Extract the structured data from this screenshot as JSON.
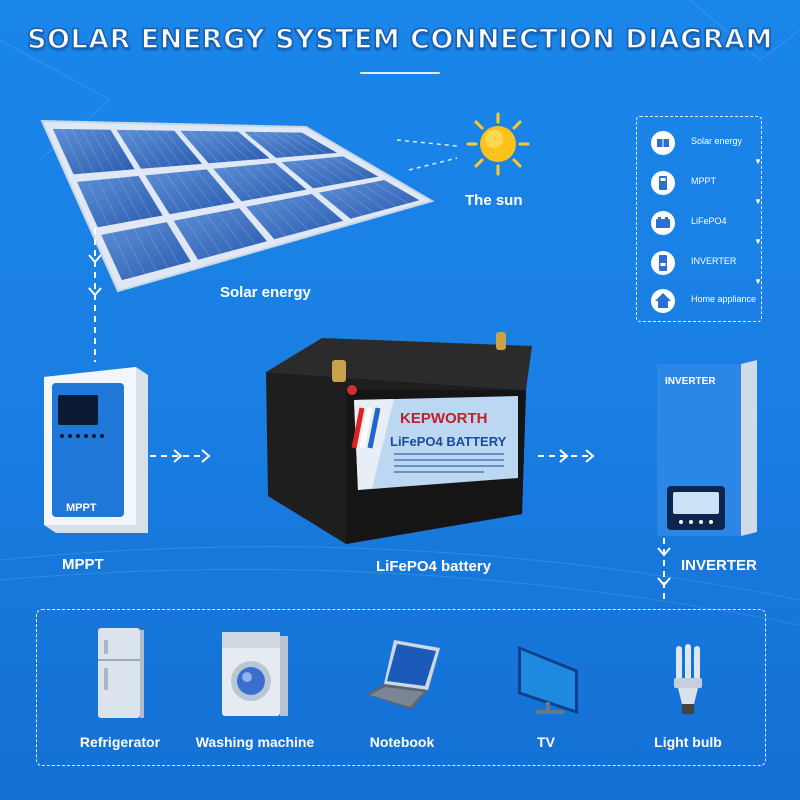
{
  "title": "SOLAR ENERGY SYSTEM CONNECTION DIAGRAM",
  "labels": {
    "sun": "The sun",
    "solar": "Solar energy",
    "mppt": "MPPT",
    "battery": "LiFePO4 battery",
    "inverter": "INVERTER"
  },
  "devices": {
    "mppt_panel_text": "MPPT",
    "inverter_panel_text": "INVERTER",
    "battery_brand": "KEPWORTH",
    "battery_model": "LiFePO4 BATTERY"
  },
  "legend": [
    {
      "icon": "solar-panel-icon",
      "label": "Solar energy"
    },
    {
      "icon": "controller-icon",
      "label": "MPPT"
    },
    {
      "icon": "battery-icon",
      "label": "LiFePO4"
    },
    {
      "icon": "inverter-icon",
      "label": "INVERTER"
    },
    {
      "icon": "house-icon",
      "label": "Home appliance"
    }
  ],
  "appliances": [
    {
      "icon": "refrigerator-icon",
      "label": "Refrigerator"
    },
    {
      "icon": "washing-machine-icon",
      "label": "Washing machine"
    },
    {
      "icon": "laptop-icon",
      "label": "Notebook"
    },
    {
      "icon": "tv-icon",
      "label": "TV"
    },
    {
      "icon": "light-bulb-icon",
      "label": "Light bulb"
    }
  ],
  "colors": {
    "background": "#1a7fe3",
    "accent": "#ffffff",
    "sun": "#ffc21a"
  }
}
